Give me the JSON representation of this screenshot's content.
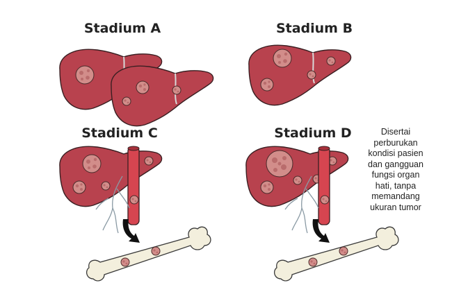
{
  "stages": {
    "a": {
      "title": "Stadium A"
    },
    "b": {
      "title": "Stadium B"
    },
    "c": {
      "title": "Stadium C"
    },
    "d": {
      "title": "Stadium D"
    }
  },
  "note": {
    "lines": [
      "Disertai",
      "perburukan",
      "kondisi pasien",
      "dan gangguan",
      "fungsi organ",
      "hati, tanpa",
      "memandang",
      "ukuran tumor"
    ]
  },
  "colors": {
    "liver": "#b8424e",
    "tumor": "#d28d8a",
    "vessel": "#d64550",
    "bone": "#f3efdd",
    "text": "#222222"
  }
}
